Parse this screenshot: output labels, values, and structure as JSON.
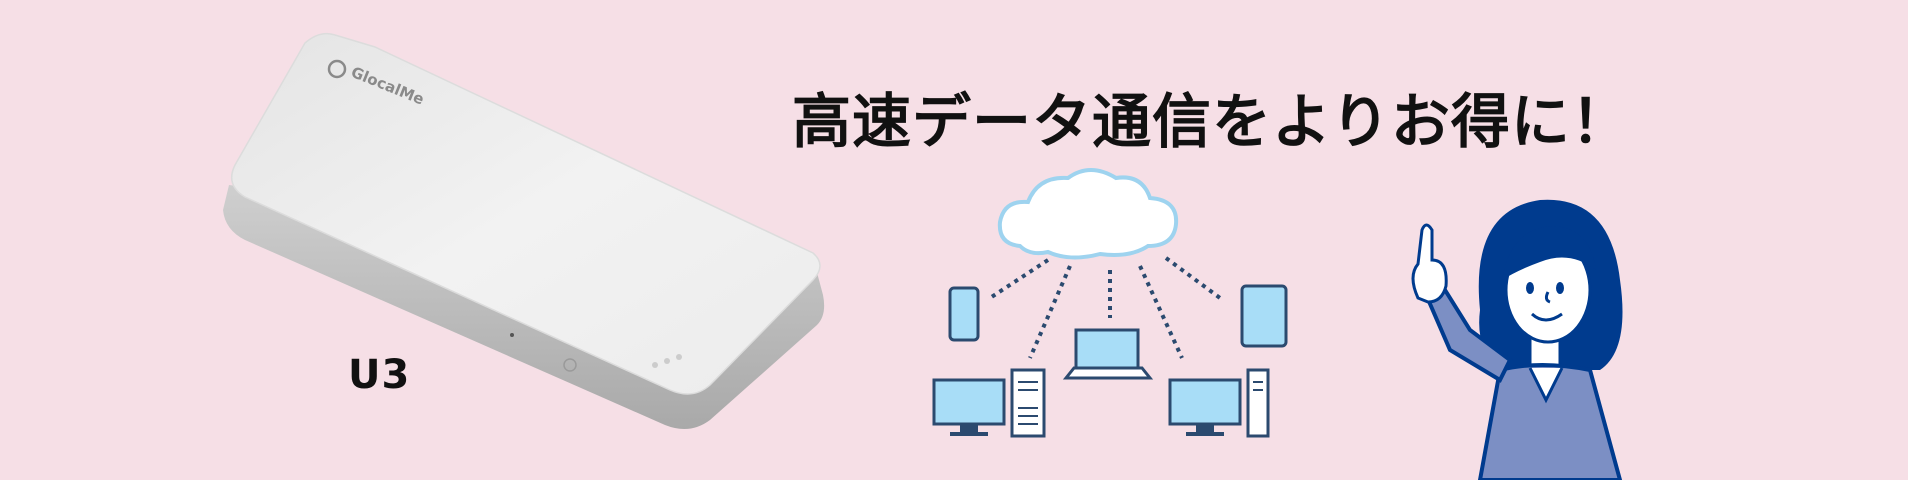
{
  "banner": {
    "headline": "高速データ通信をよりお得に！",
    "product": {
      "model": "U3",
      "logo_text": "GlocalMe"
    },
    "colors": {
      "background": "#f6dfe6",
      "device_body": "#f2f2f2",
      "cloud_fill": "#ffffff",
      "cloud_stroke": "#9ed3ef",
      "screen_fill": "#a8ddf7",
      "device_outline": "#2b4a6f",
      "person_navy": "#003b8e",
      "person_suit": "#7c8fc4"
    },
    "illustrations": {
      "device": "pocket-wifi-router",
      "network": "cloud-connected-devices",
      "person": "woman-pointing-up"
    }
  }
}
